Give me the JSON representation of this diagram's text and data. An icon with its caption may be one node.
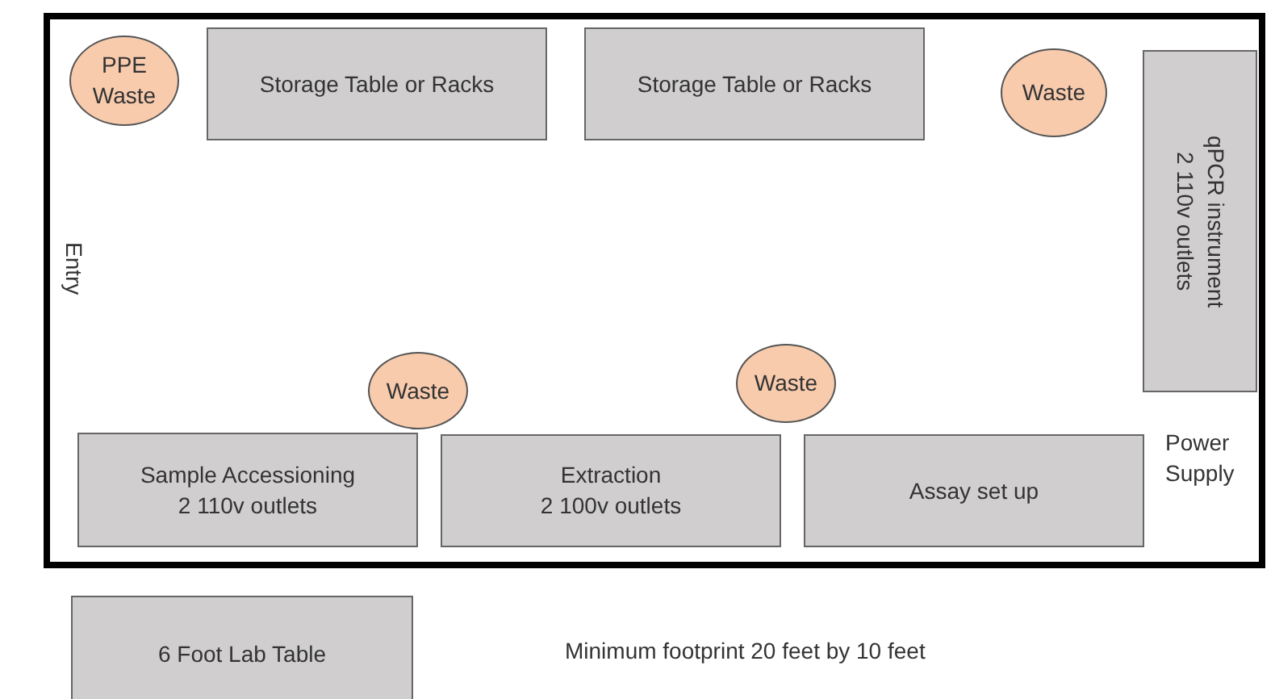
{
  "diagram": {
    "nodes": [
      {
        "text": [
          "PPE Waste"
        ]
      },
      {
        "text": [
          "Storage Table or Racks"
        ]
      },
      {
        "text": [
          "Storage Table or Racks"
        ]
      },
      {
        "text": [
          "Waste"
        ]
      },
      {
        "text": [
          "qPCR instrument",
          "2 110v outlets"
        ]
      },
      {
        "text": [
          "Waste"
        ]
      },
      {
        "text": [
          "Waste"
        ]
      },
      {
        "text": [
          "Sample Accessioning",
          "2 110v outlets"
        ]
      },
      {
        "text": [
          "Extraction",
          "2 100v outlets"
        ]
      },
      {
        "text": [
          "Assay set up"
        ]
      },
      {
        "text": [
          "6 Foot Lab Table"
        ]
      }
    ],
    "edges": [],
    "labels": [
      "Entry",
      "Power Supply",
      "Minimum footprint 20 feet by 10 feet"
    ]
  }
}
